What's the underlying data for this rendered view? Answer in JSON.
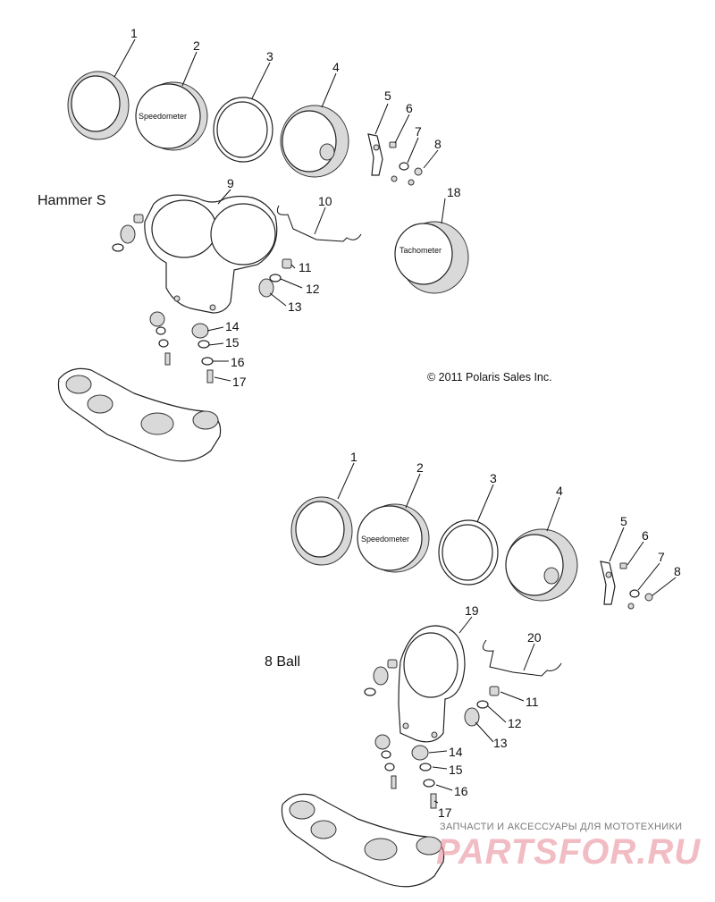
{
  "sections": {
    "top": {
      "title": "Hammer S"
    },
    "bottom": {
      "title": "8 Ball"
    }
  },
  "copyright": "© 2011 Polaris Sales Inc.",
  "face_labels": {
    "speedometer": "Speedometer",
    "tachometer": "Tachometer"
  },
  "callouts_top": [
    "1",
    "2",
    "3",
    "4",
    "5",
    "6",
    "7",
    "8",
    "9",
    "10",
    "11",
    "12",
    "13",
    "14",
    "15",
    "16",
    "17",
    "18"
  ],
  "callouts_bottom": [
    "1",
    "2",
    "3",
    "4",
    "5",
    "6",
    "7",
    "8",
    "19",
    "20",
    "11",
    "12",
    "13",
    "14",
    "15",
    "16",
    "17"
  ],
  "watermark": {
    "tagline": "ЗАПЧАСТИ И АКСЕССУАРЫ ДЛЯ МОТОТЕХНИКИ",
    "brand": "PARTSFOR.RU",
    "brand_color": "#e8909b"
  }
}
